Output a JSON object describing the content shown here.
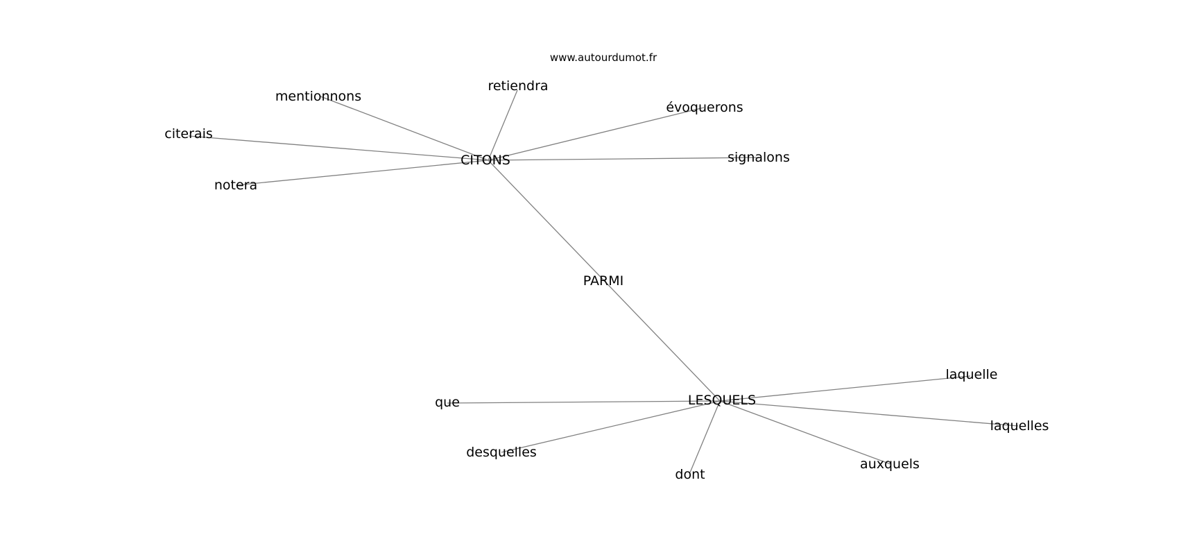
{
  "watermark": "www.autourdumot.fr",
  "graph": {
    "nodes": [
      {
        "id": "parmi",
        "label": "PARMI"
      },
      {
        "id": "citons",
        "label": "CITONS"
      },
      {
        "id": "lesquels",
        "label": "LESQUELS"
      },
      {
        "id": "retiendra",
        "label": "retiendra"
      },
      {
        "id": "mentionnons",
        "label": "mentionnons"
      },
      {
        "id": "evoquerons",
        "label": "évoquerons"
      },
      {
        "id": "citerais",
        "label": "citerais"
      },
      {
        "id": "signalons",
        "label": "signalons"
      },
      {
        "id": "notera",
        "label": "notera"
      },
      {
        "id": "laquelle",
        "label": "laquelle"
      },
      {
        "id": "que",
        "label": "que"
      },
      {
        "id": "laquelles",
        "label": "laquelles"
      },
      {
        "id": "desquelles",
        "label": "desquelles"
      },
      {
        "id": "auxquels",
        "label": "auxquels"
      },
      {
        "id": "dont",
        "label": "dont"
      }
    ],
    "edges": [
      [
        "citons",
        "lesquels"
      ],
      [
        "citons",
        "retiendra"
      ],
      [
        "citons",
        "mentionnons"
      ],
      [
        "citons",
        "evoquerons"
      ],
      [
        "citons",
        "citerais"
      ],
      [
        "citons",
        "signalons"
      ],
      [
        "citons",
        "notera"
      ],
      [
        "lesquels",
        "laquelle"
      ],
      [
        "lesquels",
        "que"
      ],
      [
        "lesquels",
        "laquelles"
      ],
      [
        "lesquels",
        "desquelles"
      ],
      [
        "lesquels",
        "auxquels"
      ],
      [
        "lesquels",
        "dont"
      ]
    ]
  }
}
